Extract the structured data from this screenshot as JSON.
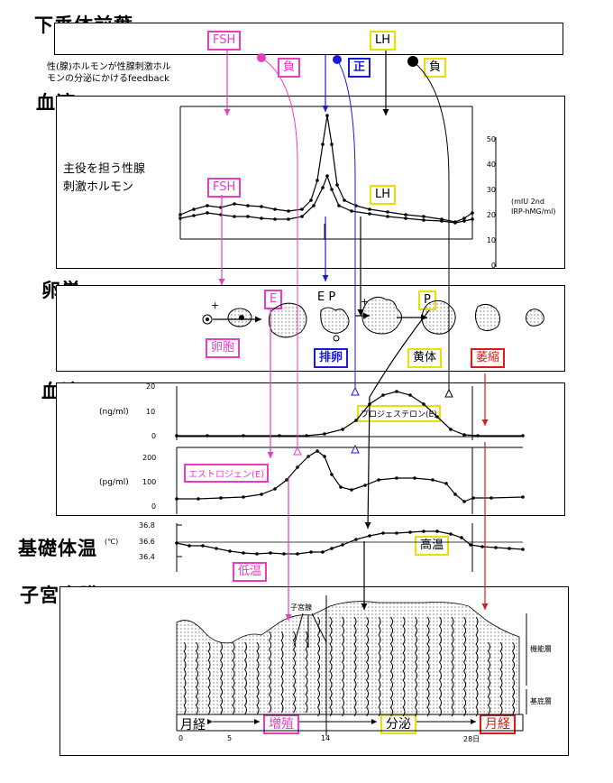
{
  "sections": {
    "pituitary": "下垂体前葉",
    "blood1": "血液",
    "ovary": "卵巣",
    "blood2": "血液",
    "bbt": "基礎体温",
    "endometrium": "子宮内膜"
  },
  "pituitary": {
    "fsh": "FSH",
    "lh": "LH",
    "feedback_note_1": "性(腺)ホルモンが性腺刺激ホル",
    "feedback_note_2": "モンの分泌にかけるfeedback",
    "neg1": "負",
    "pos": "正",
    "neg2": "負"
  },
  "gonadotropin": {
    "label_1": "主役を担う性腺",
    "label_2": "刺激ホルモン",
    "fsh": "FSH",
    "lh": "LH",
    "unit_1": "(mIU 2nd",
    "unit_2": "IRP-hMG/ml)",
    "yticks": [
      "50",
      "40",
      "30",
      "20",
      "10",
      "0"
    ]
  },
  "ovary": {
    "plus1": "+",
    "e_tag": "E",
    "ep_label": "E P",
    "plus2": "+",
    "p_tag": "P",
    "follicle": "卵胞",
    "ovulation": "排卵",
    "corpus_luteum": "黄体",
    "atrophy": "萎縮"
  },
  "progesterone": {
    "unit": "(ng/ml)",
    "yticks": [
      "20",
      "10",
      "0"
    ],
    "label": "プロジェステロン(E)"
  },
  "estrogen": {
    "unit": "(pg/ml)",
    "yticks": [
      "200",
      "100",
      "0"
    ],
    "label": "エストロジェン(E)"
  },
  "bbt": {
    "unit": "(℃)",
    "yticks": [
      "36.8",
      "36.6",
      "36.4"
    ],
    "high": "高温",
    "low": "低温"
  },
  "endometrium": {
    "gland": "子宮腺",
    "functional_layer": "機能層",
    "basal_layer": "基底層",
    "menses1": "月経",
    "proliferative": "増殖",
    "secretory": "分泌",
    "menses2": "月経",
    "xticks": [
      "0",
      "5",
      "14",
      "28日"
    ]
  },
  "colors": {
    "pink": "#e83cc2",
    "yellow": "#e8e000",
    "blue": "#1a1adc",
    "red": "#e01818"
  }
}
